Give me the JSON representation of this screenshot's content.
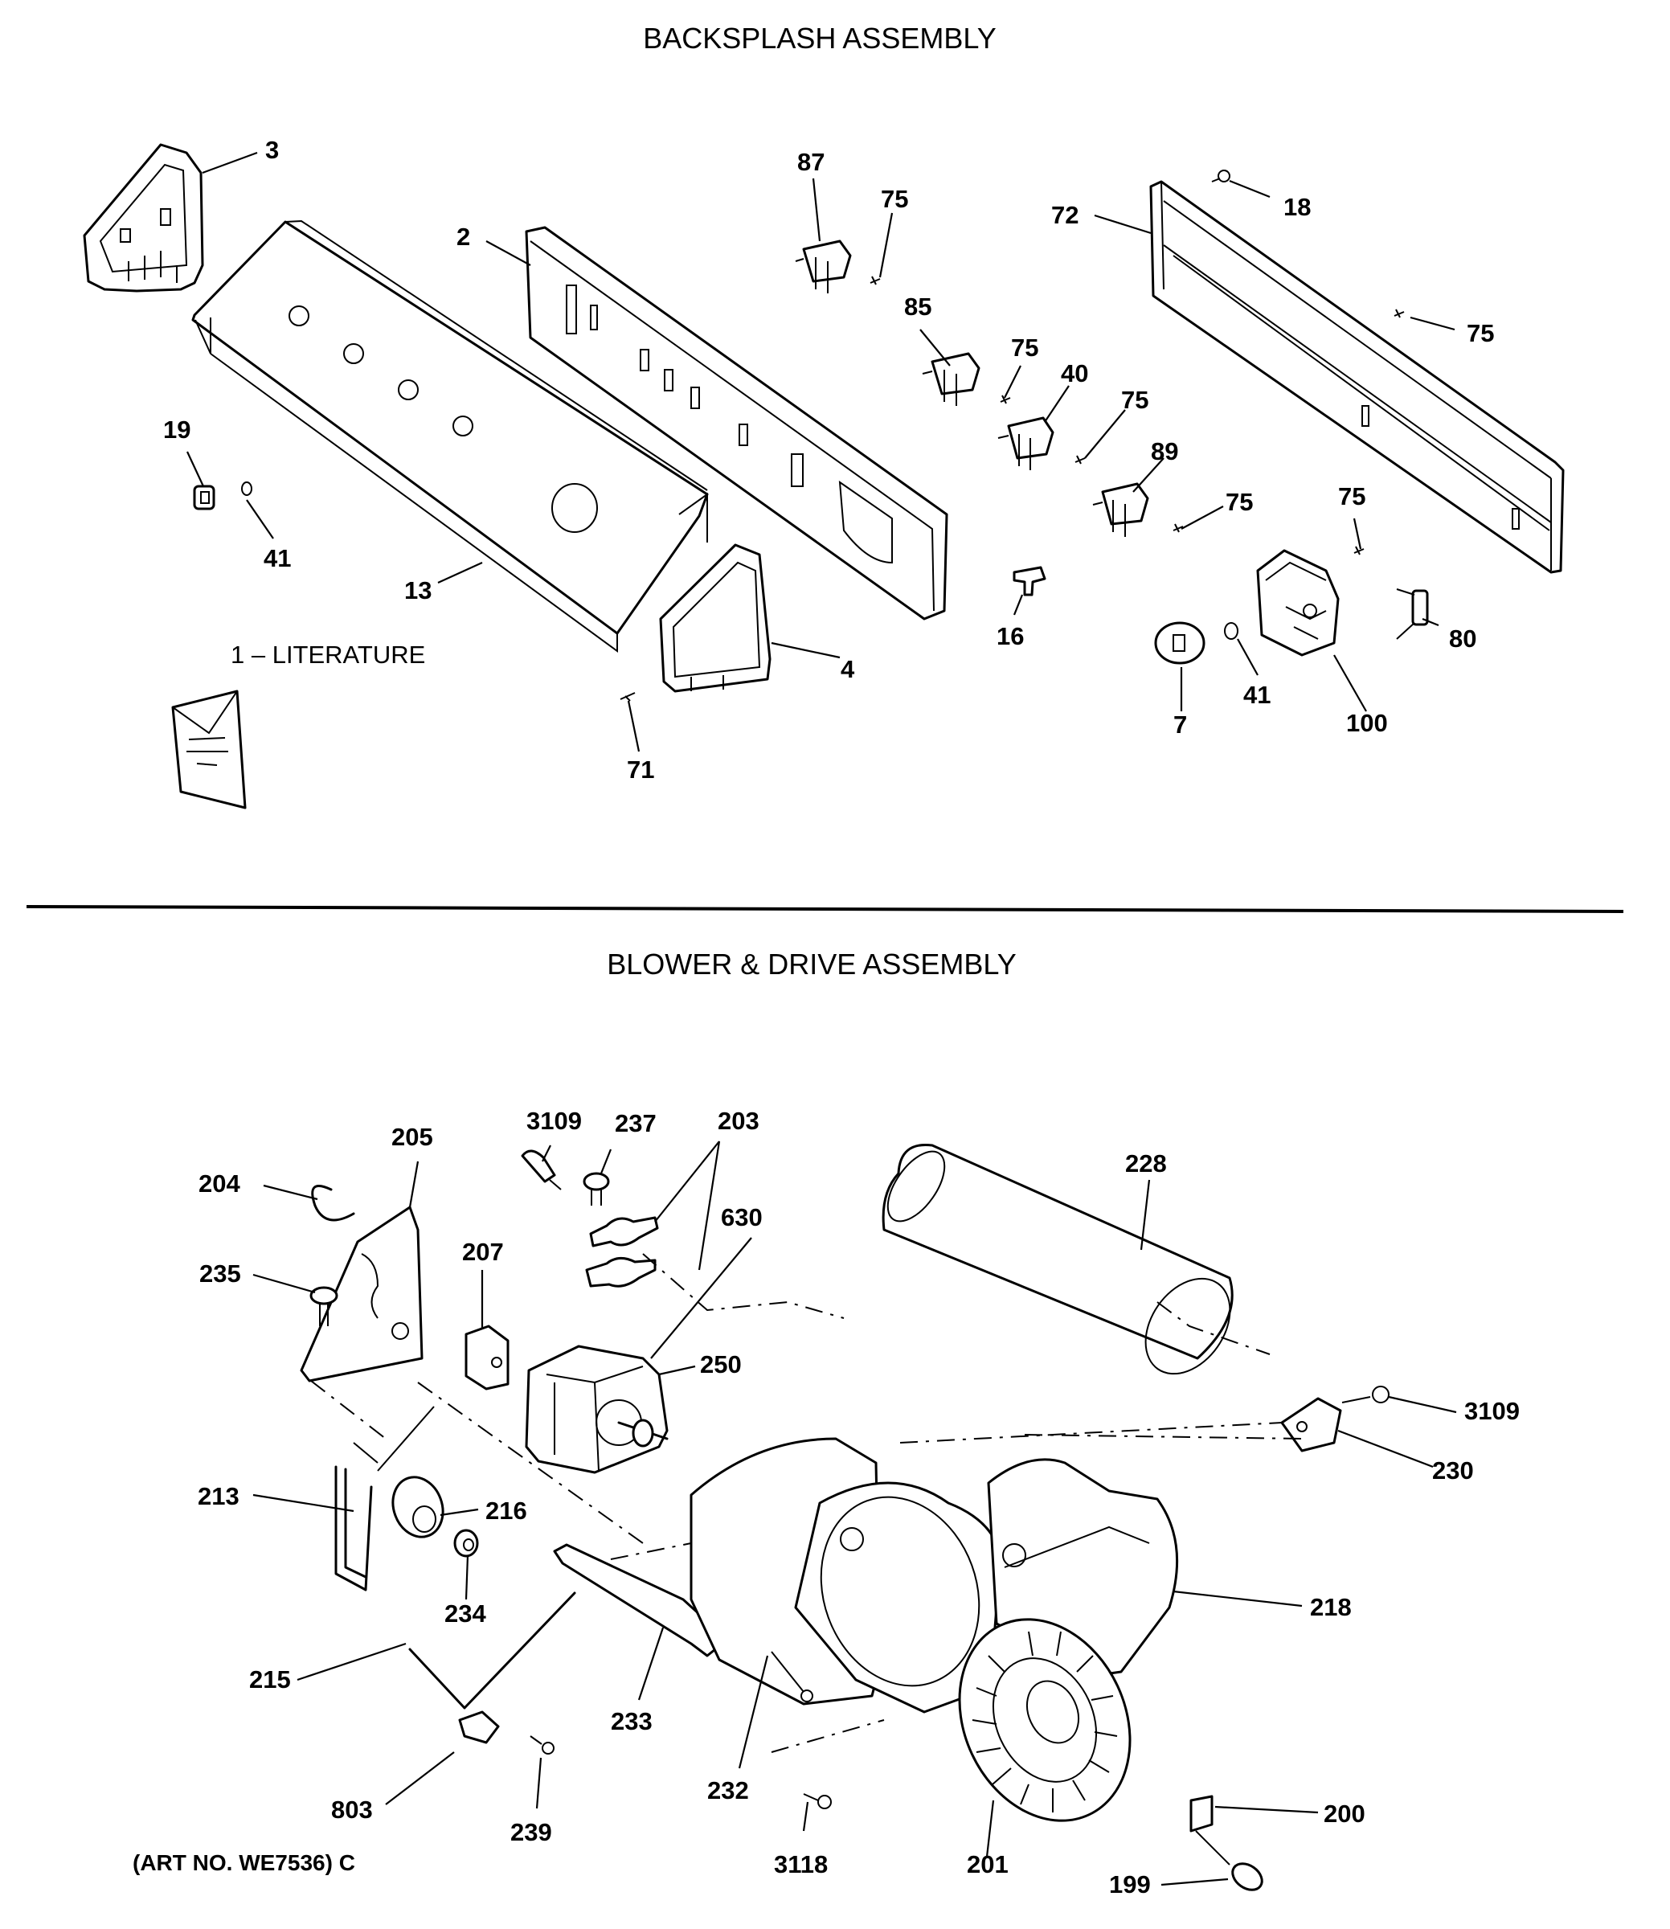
{
  "titles": {
    "backsplash": "BACKSPLASH ASSEMBLY",
    "blower": "BLOWER & DRIVE ASSEMBLY"
  },
  "literature_label": "1 – LITERATURE",
  "art_number": "(ART NO. WE7536) C",
  "callouts": {
    "c3": "3",
    "c2": "2",
    "c87": "87",
    "c75a": "75",
    "c18": "18",
    "c72": "72",
    "c75b": "75",
    "c85": "85",
    "c75c": "75",
    "c40": "40",
    "c75d": "75",
    "c89": "89",
    "c75e": "75",
    "c75f": "75",
    "c19": "19",
    "c41a": "41",
    "c13": "13",
    "c16": "16",
    "c80": "80",
    "c4": "4",
    "c7": "7",
    "c41b": "41",
    "c100": "100",
    "c71": "71",
    "c3109a": "3109",
    "c237": "237",
    "c203": "203",
    "c205": "205",
    "c204": "204",
    "c228": "228",
    "c630": "630",
    "c207": "207",
    "c235": "235",
    "c250": "250",
    "c3109b": "3109",
    "c230": "230",
    "c213": "213",
    "c216": "216",
    "c218": "218",
    "c234": "234",
    "c215": "215",
    "c233": "233",
    "c232": "232",
    "c803": "803",
    "c239": "239",
    "c3118": "3118",
    "c201": "201",
    "c200": "200",
    "c199": "199"
  }
}
